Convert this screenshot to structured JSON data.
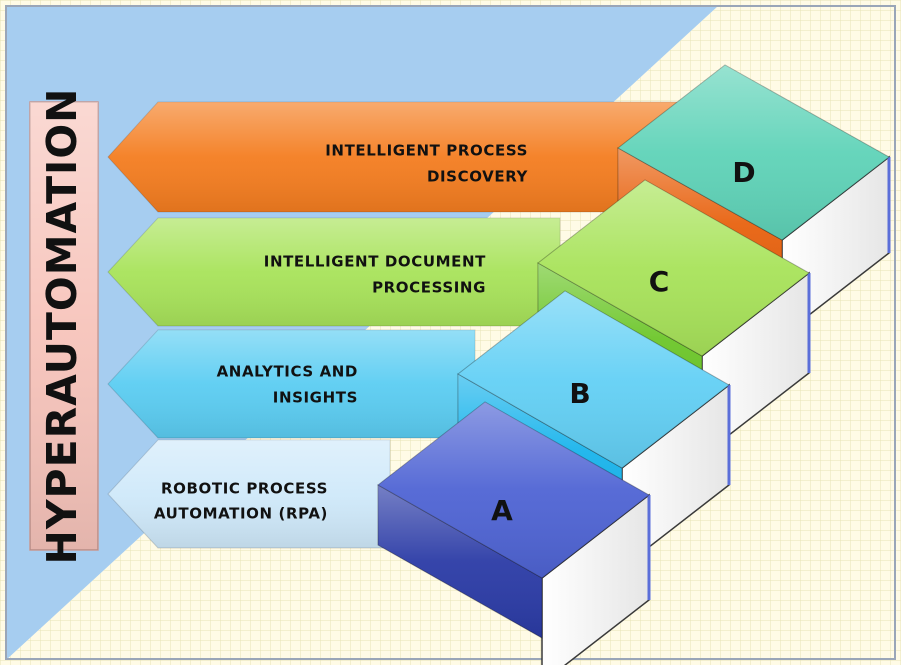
{
  "title": "HYPERAUTOMATION",
  "colors": {
    "orange": "#f47d20",
    "green": "#a8e35a",
    "light_blue": "#5bcdf2",
    "pale_blue": "#c8e6f8",
    "royal_blue": "#4f64d4",
    "teal": "#5fd3b8",
    "title_box": "#f7c4bb"
  },
  "stages": [
    {
      "step": "A",
      "lines": [
        "ROBOTIC PROCESS",
        "AUTOMATION (RPA)"
      ],
      "arrow_color": "#cfe9fa",
      "top_color": "#4f64d4",
      "front_color": "#2b3ba6"
    },
    {
      "step": "B",
      "lines": [
        "ANALYTICS AND",
        "INSIGHTS"
      ],
      "arrow_color": "#5bcdf2",
      "top_color": "#63d0f5",
      "front_color": "#19b4ec"
    },
    {
      "step": "C",
      "lines": [
        "INTELLIGENT DOCUMENT",
        "PROCESSING"
      ],
      "arrow_color": "#a8e35a",
      "top_color": "#a8e35a",
      "front_color": "#6cc629"
    },
    {
      "step": "D",
      "lines": [
        "INTELLIGENT PROCESS",
        "DISCOVERY"
      ],
      "arrow_color": "#f47d20",
      "top_color": "#5fd3b8",
      "front_color": "#e8620f"
    }
  ]
}
